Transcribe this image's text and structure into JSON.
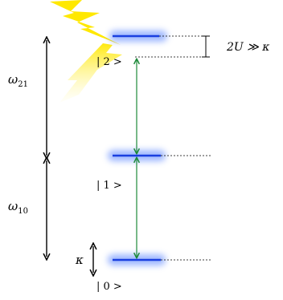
{
  "levels": [
    {
      "label": "| 2 >"
    },
    {
      "label": "| 1 >"
    },
    {
      "label": "| 0 >"
    }
  ],
  "labels": {
    "omega21": "ω",
    "omega21_sub": "21",
    "omega10": "ω",
    "omega10_sub": "10",
    "kappa": "κ",
    "anharmonicity": "2U ≫ κ"
  },
  "colors": {
    "level_line": "#1a3fe0",
    "level_glow": "#7fa0ff",
    "transition_arrow": "#1e8a3a",
    "energy_arrow": "#000000",
    "drive_bolt": "#ffe800",
    "dashed_line": "#000000"
  },
  "icons": {
    "drive": "lightning-bolt-icon"
  }
}
